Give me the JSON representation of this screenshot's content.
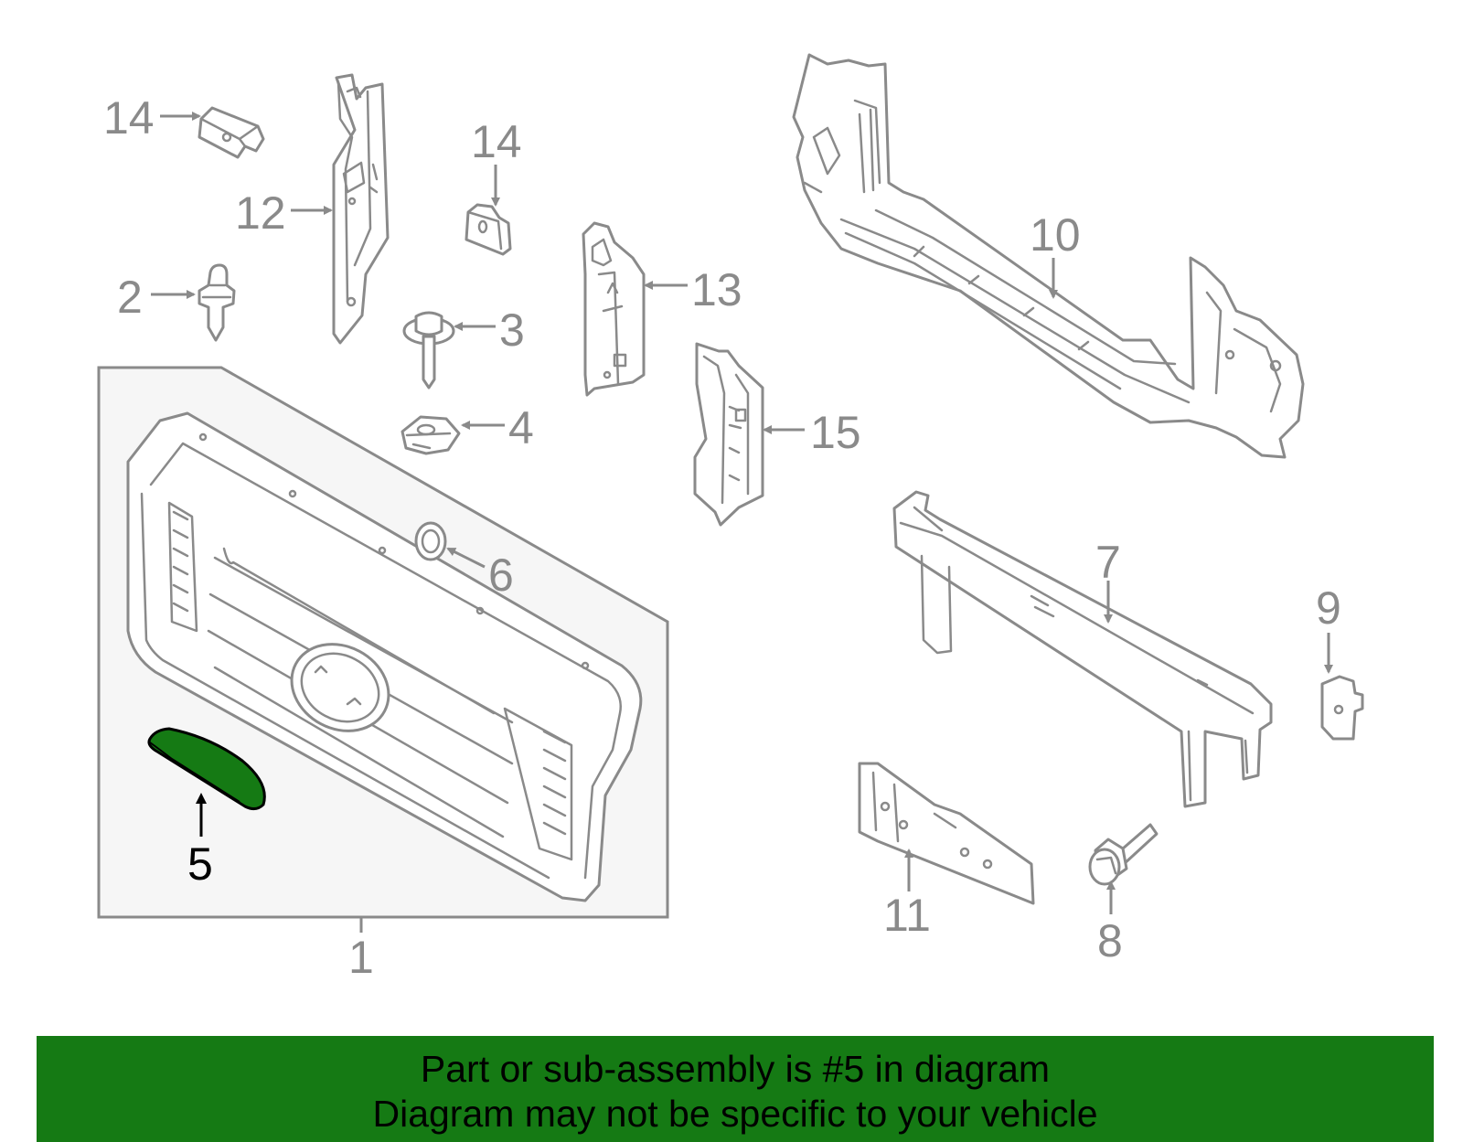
{
  "highlight_color": "#157a14",
  "callouts": {
    "c1": "1",
    "c2": "2",
    "c3": "3",
    "c4": "4",
    "c5": "5",
    "c6": "6",
    "c7": "7",
    "c8": "8",
    "c9": "9",
    "c10": "10",
    "c11": "11",
    "c12": "12",
    "c13": "13",
    "c14a": "14",
    "c14b": "14",
    "c15": "15"
  },
  "highlighted_part": "5",
  "banner": {
    "line1": "Part or sub-assembly is #5 in diagram",
    "line2": "Diagram may not be specific to your vehicle"
  }
}
